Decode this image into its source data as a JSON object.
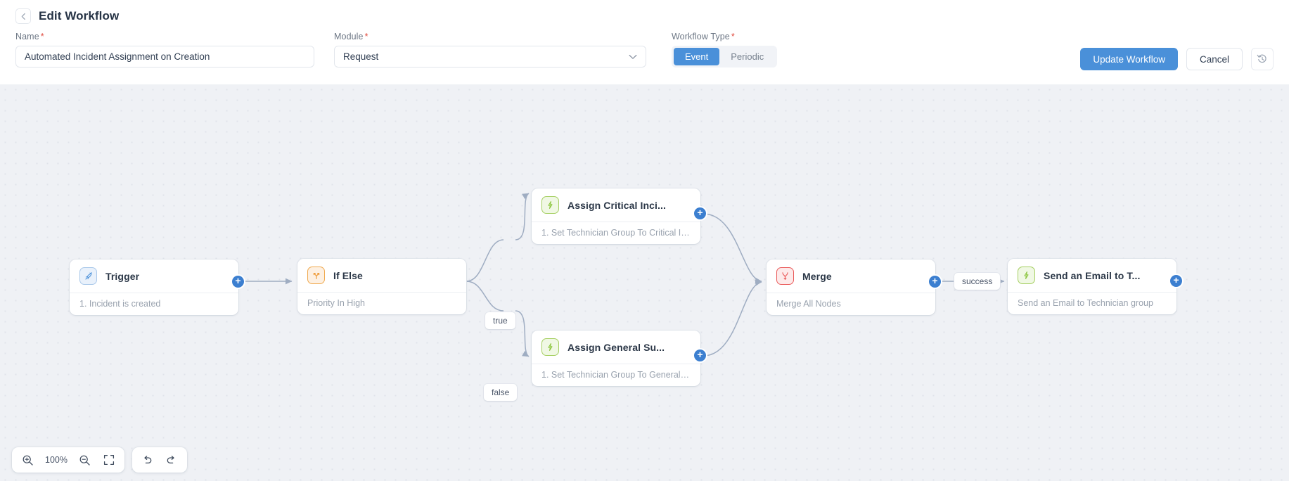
{
  "header": {
    "back_icon": "chevron-left-icon",
    "title": "Edit Workflow",
    "name_field": {
      "label": "Name",
      "required_mark": "*",
      "value": "Automated Incident Assignment on Creation",
      "placeholder": "Name"
    },
    "module_field": {
      "label": "Module",
      "required_mark": "*",
      "value": "Request",
      "chevron_icon": "chevron-down-icon"
    },
    "workflow_type": {
      "label": "Workflow Type",
      "required_mark": "*",
      "options": [
        "Event",
        "Periodic"
      ],
      "selected": "Event"
    },
    "actions": {
      "primary_label": "Update Workflow",
      "secondary_label": "Cancel",
      "history_icon": "history-restore-icon"
    },
    "accent_color": "#4a90d9",
    "required_color": "#e04b3f"
  },
  "canvas": {
    "background_color": "#eff1f5",
    "dot_color": "#e0e3ea",
    "nodes": [
      {
        "id": "trigger",
        "title": "Trigger",
        "subtitle": "1. Incident is created",
        "icon": "rocket-icon",
        "icon_color": "#4a90d9",
        "has_plus": true
      },
      {
        "id": "if-else",
        "title": "If Else",
        "subtitle": "Priority In High",
        "icon": "branch-icon",
        "icon_color": "#f0a94e",
        "has_plus": false
      },
      {
        "id": "assign-critical",
        "title": "Assign Critical Inci...",
        "subtitle": "1. Set Technician Group To Critical Inci...",
        "icon": "lightning-icon",
        "icon_color": "#8cc63f",
        "has_plus": true
      },
      {
        "id": "assign-general",
        "title": "Assign General Su...",
        "subtitle": "1. Set Technician Group To General Su...",
        "icon": "lightning-icon",
        "icon_color": "#8cc63f",
        "has_plus": true
      },
      {
        "id": "merge",
        "title": "Merge",
        "subtitle": "Merge All Nodes",
        "icon": "merge-icon",
        "icon_color": "#ea5b5b",
        "has_plus": true
      },
      {
        "id": "send-email",
        "title": "Send an Email to T...",
        "subtitle": "Send an Email to Technician group",
        "icon": "lightning-icon",
        "icon_color": "#8cc63f",
        "has_plus": true
      }
    ],
    "edge_labels": [
      {
        "id": "true-label",
        "text": "true"
      },
      {
        "id": "false-label",
        "text": "false"
      },
      {
        "id": "success-label",
        "text": "success"
      }
    ],
    "plus_label": "+"
  },
  "toolbar": {
    "zoom_in_icon": "zoom-in-icon",
    "zoom_level": "100%",
    "zoom_out_icon": "zoom-out-icon",
    "fit_screen_icon": "fit-screen-icon",
    "undo_icon": "undo-icon",
    "redo_icon": "redo-icon"
  }
}
